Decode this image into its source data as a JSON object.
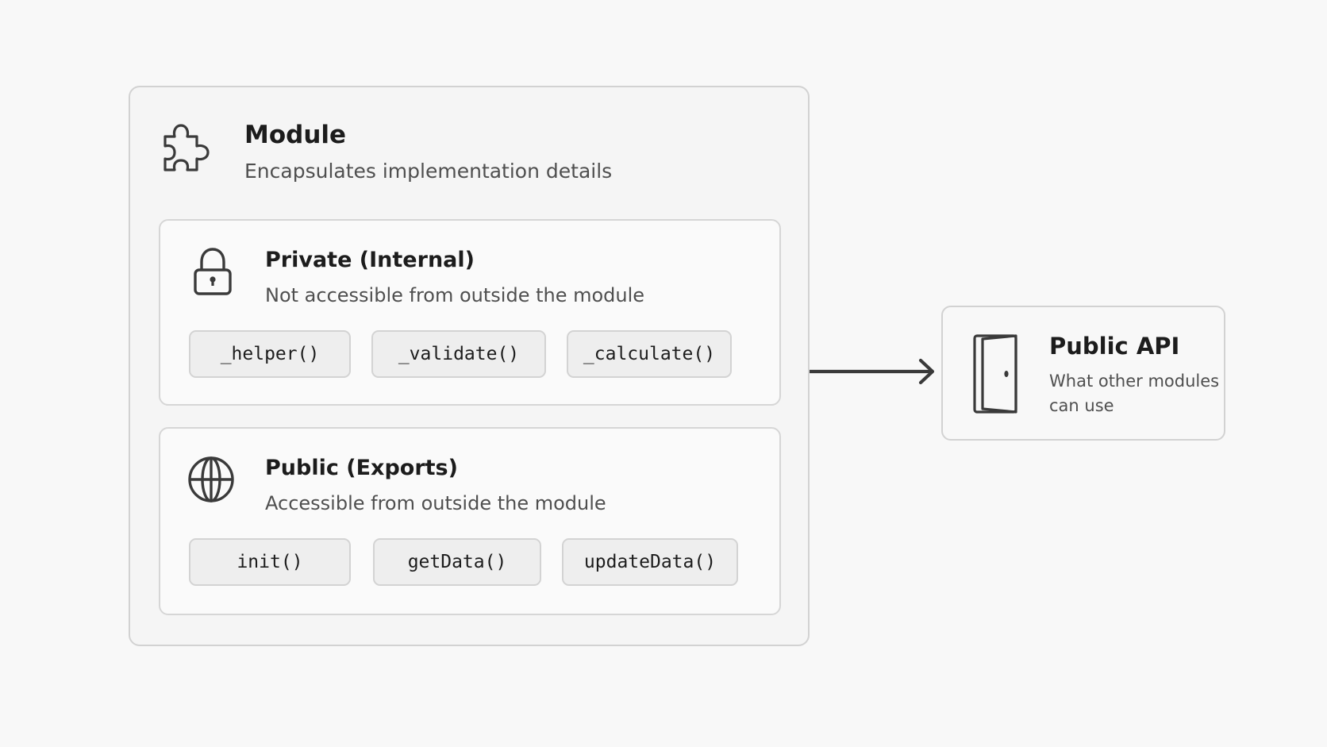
{
  "module": {
    "title": "Module",
    "subtitle": "Encapsulates implementation details",
    "icon": "puzzle-icon"
  },
  "private": {
    "title": "Private (Internal)",
    "subtitle": "Not accessible from outside the module",
    "icon": "lock-icon",
    "functions": [
      "_helper()",
      "_validate()",
      "_calculate()"
    ]
  },
  "public": {
    "title": "Public (Exports)",
    "subtitle": "Accessible from outside the module",
    "icon": "globe-icon",
    "functions": [
      "init()",
      "getData()",
      "updateData()"
    ]
  },
  "api": {
    "title": "Public API",
    "subtitle": "What other modules can use",
    "icon": "door-icon"
  },
  "colors": {
    "background": "#f8f8f8",
    "border": "#d2d2d2",
    "chip": "#eeeeee",
    "stroke": "#3a3a3a"
  }
}
